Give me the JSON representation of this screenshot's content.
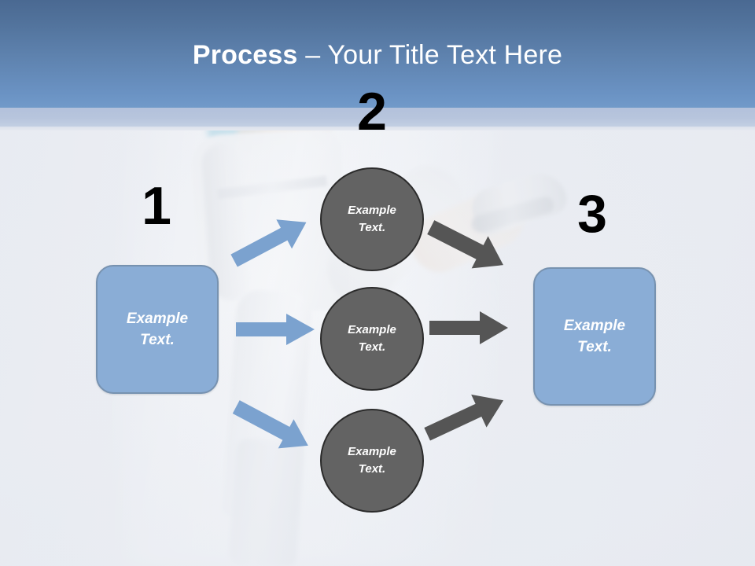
{
  "slide": {
    "title_strong": "Process ",
    "title_rest": "– Your Title Text Here",
    "background_color": "#E9ECF2",
    "header_gradient_top": "#4A6992",
    "header_gradient_bottom": "#719AC9",
    "header_strip_color": "#B3C1DB"
  },
  "steps": [
    {
      "number": "1",
      "label": "Example\nText."
    },
    {
      "number": "2",
      "label": ""
    },
    {
      "number": "3",
      "label": "Example\nText."
    }
  ],
  "boxes": {
    "start": {
      "label": "Example\nText.",
      "fill": "#8AADD6",
      "border": "#7792B0"
    },
    "end": {
      "label": "Example\nText.",
      "fill": "#8AADD6",
      "border": "#7792B0"
    }
  },
  "circles": [
    {
      "label": "Example\nText.",
      "fill": "#636363",
      "border": "#2B2B2B"
    },
    {
      "label": "Example\nText.",
      "fill": "#636363",
      "border": "#2B2B2B"
    },
    {
      "label": "Example\nText.",
      "fill": "#636363",
      "border": "#2B2B2B"
    }
  ],
  "arrows": {
    "inbound_color": "#7BA2CF",
    "outbound_color": "#555555",
    "inbound": [
      {
        "name": "up-right",
        "direction": "up-right"
      },
      {
        "name": "right",
        "direction": "right"
      },
      {
        "name": "down-right",
        "direction": "down-right"
      }
    ],
    "outbound": [
      {
        "name": "down-right",
        "direction": "down-right"
      },
      {
        "name": "right",
        "direction": "right"
      },
      {
        "name": "up-right",
        "direction": "up-right"
      }
    ]
  },
  "background_image": {
    "subject": "baseball-pitcher-photo",
    "style": "faded blurred photograph of a pitcher in a white uniform with raised leg"
  }
}
